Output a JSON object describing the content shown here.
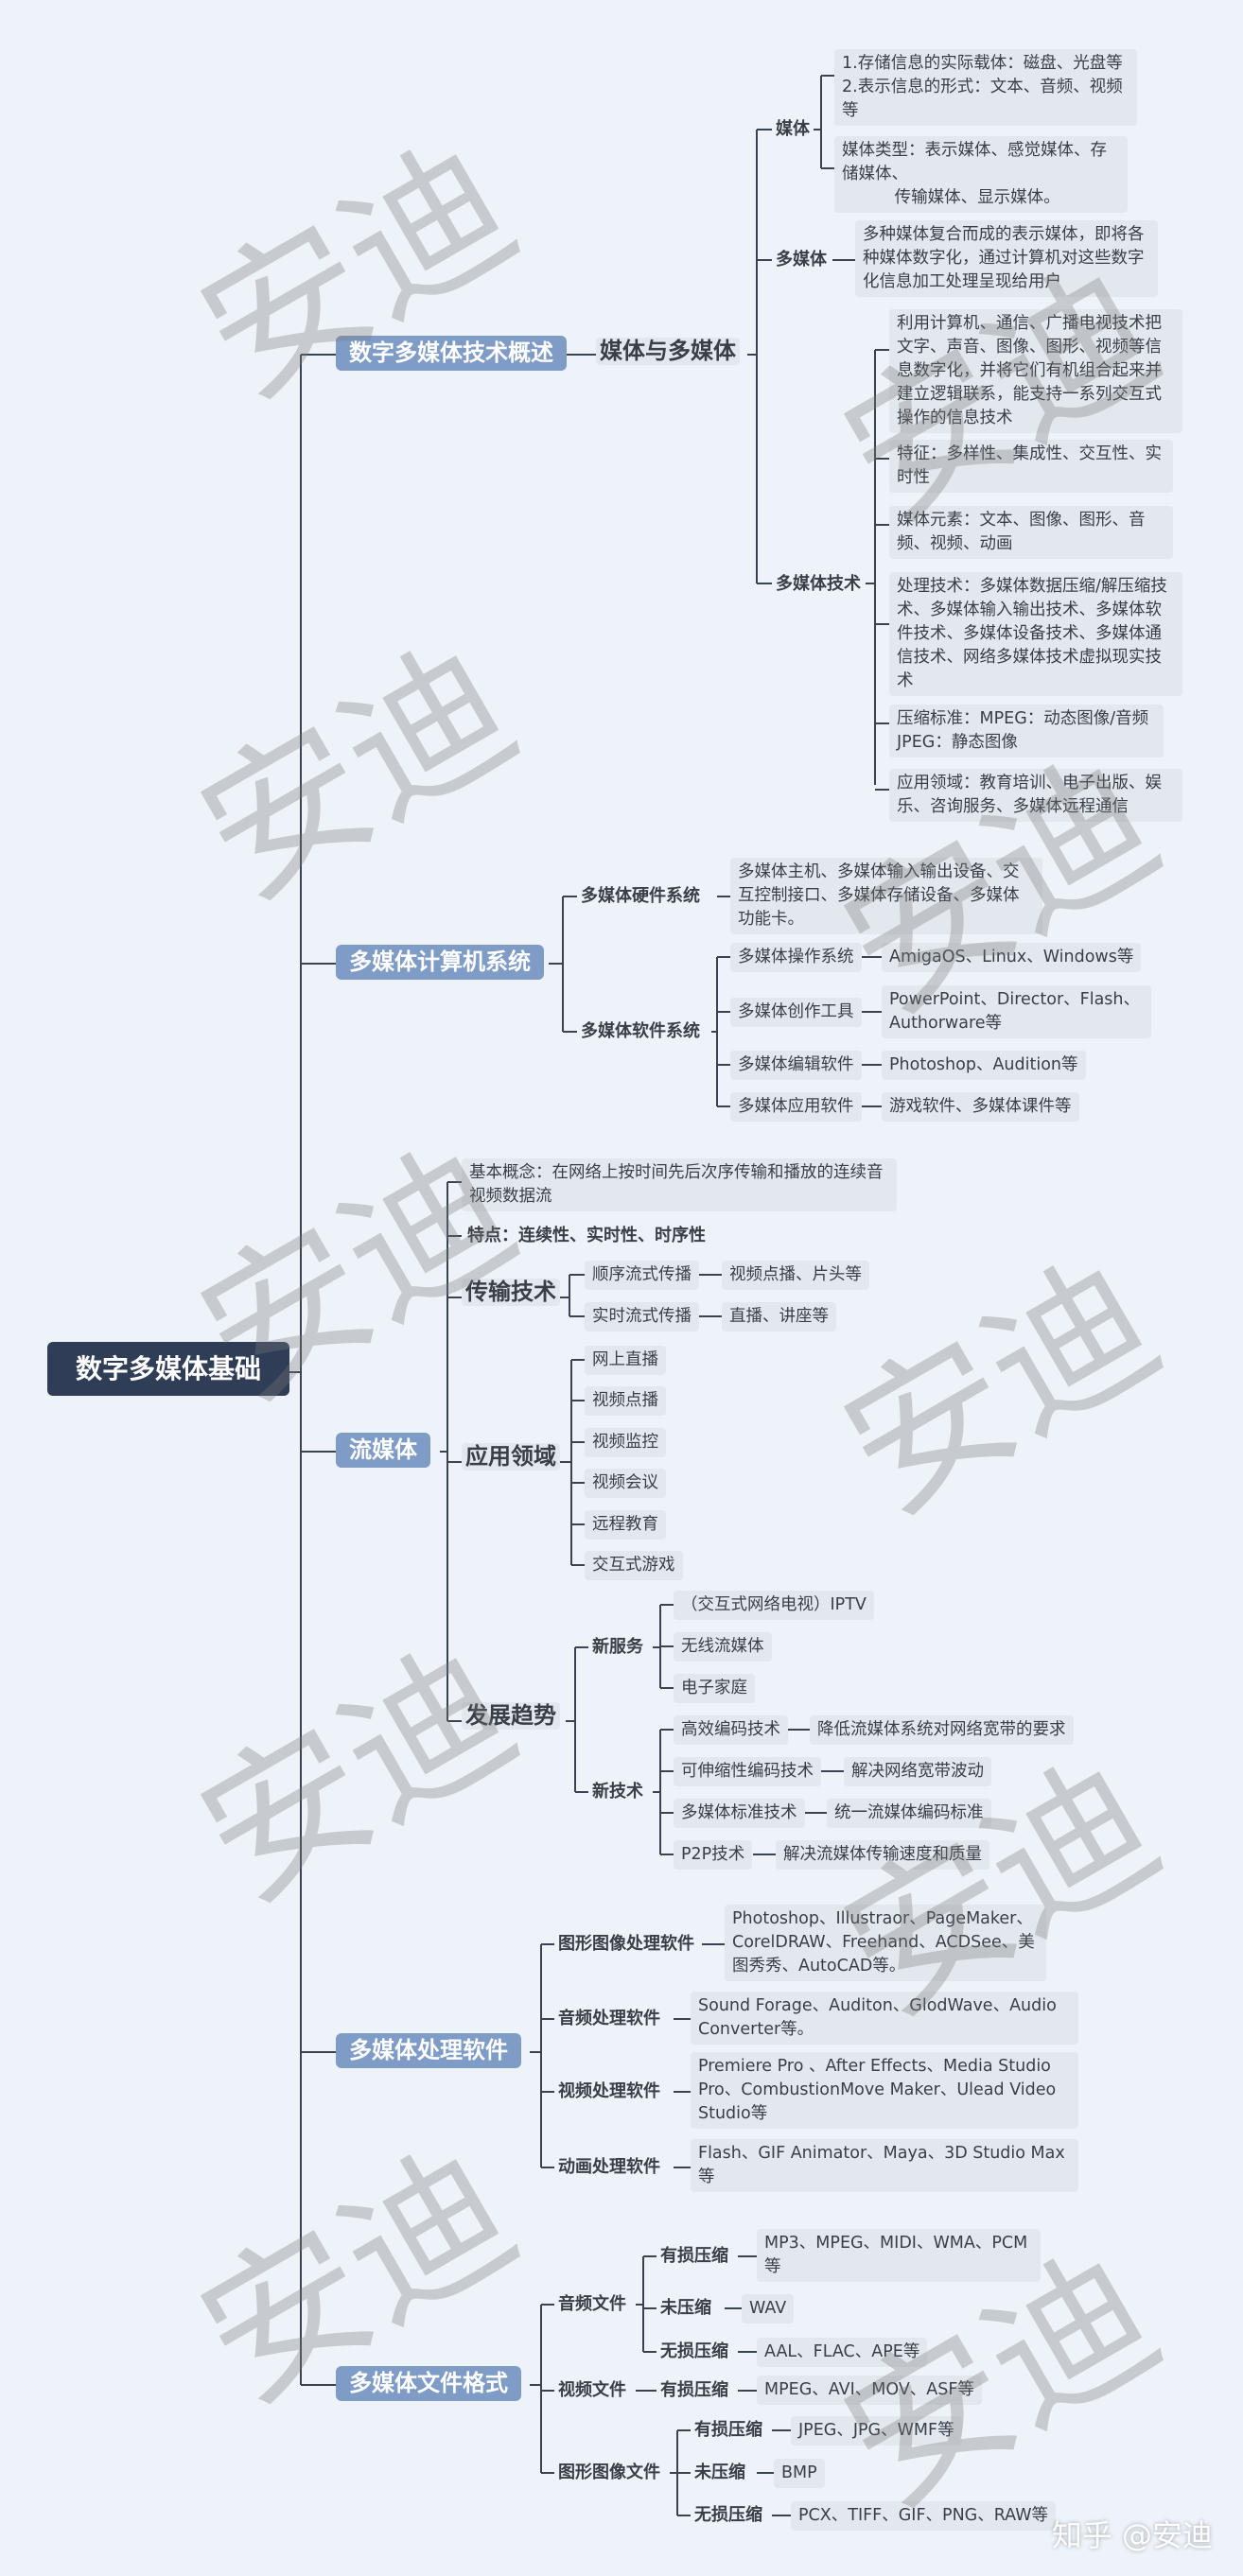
{
  "root": "数字多媒体基础",
  "b1": {
    "title": "数字多媒体技术概述",
    "sub": "媒体与多媒体",
    "meiti": "媒体",
    "meiti_a": "1.存储信息的实际载体：磁盘、光盘等\n2.表示信息的形式：文本、音频、视频等",
    "meiti_b": "媒体类型：表示媒体、感觉媒体、存储媒体、\n          传输媒体、显示媒体。",
    "duomeiti": "多媒体",
    "duomeiti_a": "多种媒体复合而成的表示媒体，即将各种媒体数字化，通过计算机对这些数字化信息加工处理呈现给用户",
    "dmtech": "多媒体技术",
    "dm1": "利用计算机、通信、广播电视技术把文字、声音、图像、图形、视频等信息数字化，并将它们有机组合起来并建立逻辑联系，能支持一系列交互式操作的信息技术",
    "dm2": "特征：多样性、集成性、交互性、实时性",
    "dm3": "媒体元素：文本、图像、图形、音频、视频、动画",
    "dm4": "处理技术：多媒体数据压缩/解压缩技术、多媒体输入输出技术、多媒体软件技术、多媒体设备技术、多媒体通信技术、网络多媒体技术虚拟现实技术",
    "dm5": "压缩标准：MPEG：动态图像/音频      JPEG：静态图像",
    "dm6": "应用领域：教育培训、电子出版、娱乐、咨询服务、多媒体远程通信"
  },
  "b2": {
    "title": "多媒体计算机系统",
    "hw": "多媒体硬件系统",
    "hw_a": "多媒体主机、多媒体输入输出设备、交互控制接口、多媒体存储设备、多媒体功能卡。",
    "sw": "多媒体软件系统",
    "sw_items": [
      {
        "k": "多媒体操作系统",
        "v": "AmigaOS、Linux、Windows等"
      },
      {
        "k": "多媒体创作工具",
        "v": "PowerPoint、Director、Flash、Authorware等"
      },
      {
        "k": "多媒体编辑软件",
        "v": "Photoshop、Audition等"
      },
      {
        "k": "多媒体应用软件",
        "v": "游戏软件、多媒体课件等"
      }
    ]
  },
  "b3": {
    "title": "流媒体",
    "concept": "基本概念：在网络上按时间先后次序传输和播放的连续音视频数据流",
    "features": "特点：连续性、实时性、时序性",
    "trans": "传输技术",
    "trans_items": [
      {
        "k": "顺序流式传播",
        "v": "视频点播、片头等"
      },
      {
        "k": "实时流式传播",
        "v": "直播、讲座等"
      }
    ],
    "app": "应用领域",
    "app_items": [
      "网上直播",
      "视频点播",
      "视频监控",
      "视频会议",
      "远程教育",
      "交互式游戏"
    ],
    "trend": "发展趋势",
    "svc": "新服务",
    "svc_items": [
      "（交互式网络电视）IPTV",
      "无线流媒体",
      "电子家庭"
    ],
    "tech": "新技术",
    "tech_items": [
      {
        "k": "高效编码技术",
        "v": "降低流媒体系统对网络宽带的要求"
      },
      {
        "k": "可伸缩性编码技术",
        "v": "解决网络宽带波动"
      },
      {
        "k": "多媒体标准技术",
        "v": "统一流媒体编码标准"
      },
      {
        "k": "P2P技术",
        "v": "解决流媒体传输速度和质量"
      }
    ]
  },
  "b4": {
    "title": "多媒体处理软件",
    "items": [
      {
        "k": "图形图像处理软件",
        "v": "Photoshop、Illustraor、PageMaker、CorelDRAW、Freehand、ACDSee、美图秀秀、AutoCAD等。"
      },
      {
        "k": "音频处理软件",
        "v": "Sound Forage、Auditon、GlodWave、Audio Converter等。"
      },
      {
        "k": "视频处理软件",
        "v": "Premiere Pro 、After Effects、Media Studio Pro、CombustionMove Maker、Ulead Video Studio等"
      },
      {
        "k": "动画处理软件",
        "v": "Flash、GIF Animator、Maya、3D Studio Max等"
      }
    ]
  },
  "b5": {
    "title": "多媒体文件格式",
    "audio": "音频文件",
    "audio_items": [
      {
        "k": "有损压缩",
        "v": "MP3、MPEG、MIDI、WMA、PCM等"
      },
      {
        "k": "未压缩",
        "v": "WAV"
      },
      {
        "k": "无损压缩",
        "v": "AAL、FLAC、APE等"
      }
    ],
    "video": "视频文件",
    "video_k": "有损压缩",
    "video_v": "MPEG、AVI、MOV、ASF等",
    "image": "图形图像文件",
    "image_items": [
      {
        "k": "有损压缩",
        "v": "JPEG、JPG、WMF等"
      },
      {
        "k": "未压缩",
        "v": "BMP"
      },
      {
        "k": "无损压缩",
        "v": "PCX、TIFF、GIF、PNG、RAW等"
      }
    ]
  },
  "watermark": "安迪",
  "credit": "知乎 @安迪"
}
